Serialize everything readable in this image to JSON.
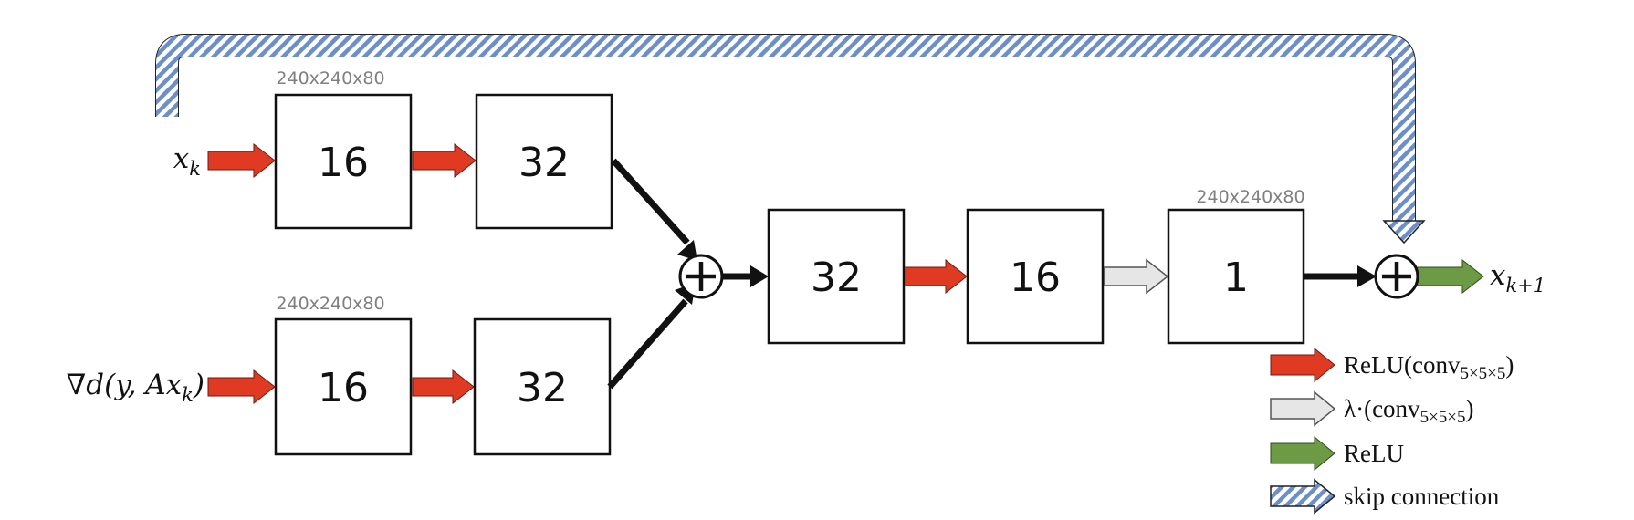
{
  "boxes": {
    "top1": "16",
    "top2": "32",
    "bot1": "16",
    "bot2": "32",
    "mid1": "32",
    "mid2": "16",
    "mid3": "1"
  },
  "dims": {
    "top": "240x240x80",
    "bottom": "240x240x80",
    "right": "240x240x80"
  },
  "inputs": {
    "top_main": "x",
    "top_sub": "k",
    "bottom_pre": "∇d(y, Ax",
    "bottom_sub": "k",
    "bottom_post": ")"
  },
  "output": {
    "main": "x",
    "sub": "k+1"
  },
  "legend": {
    "relu_conv": {
      "text": "ReLU(conv",
      "sub": "5×5×5",
      "close": ")"
    },
    "lambda_conv": {
      "text": "λ·(conv",
      "sub": "5×5×5",
      "close": ")"
    },
    "relu": {
      "text": "ReLU"
    },
    "skip": {
      "text": "skip connection"
    }
  },
  "colors": {
    "red_arrow": "#e03a22",
    "gray_arrow": "#e6e6e6",
    "green_arrow": "#6c9a45",
    "skip_stripe": "#6d8fc9",
    "box_border": "#111111"
  }
}
